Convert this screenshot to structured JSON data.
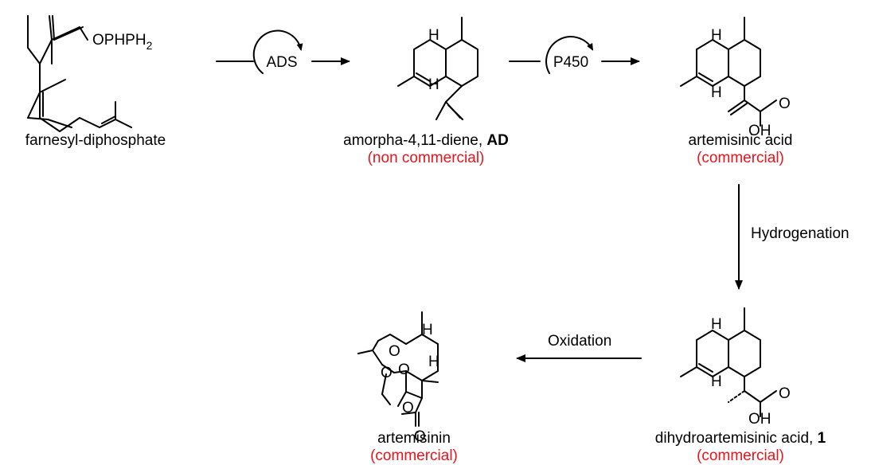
{
  "compounds": {
    "fpp": {
      "name": "farnesyl-diphosphate",
      "group": "OPHPH",
      "group_sub": "2"
    },
    "ad": {
      "name": "amorpha-4,11-diene, ",
      "name_bold": "AD",
      "status": "(non commercial)"
    },
    "aa": {
      "name": "artemisinic acid",
      "status": "(commercial)"
    },
    "dhaa": {
      "name": "dihydroartemisinic acid, ",
      "name_bold": "1",
      "status": "(commercial)"
    },
    "art": {
      "name": "artemisinin",
      "status": "(commercial)"
    }
  },
  "atoms": {
    "h": "H",
    "o": "O",
    "oh": "OH"
  },
  "enzymes": {
    "ads": "ADS",
    "p450": "P450"
  },
  "steps": {
    "hydrogenation": "Hydrogenation",
    "oxidation": "Oxidation"
  },
  "colors": {
    "status_red": "#e8141b",
    "ink": "#000000"
  }
}
